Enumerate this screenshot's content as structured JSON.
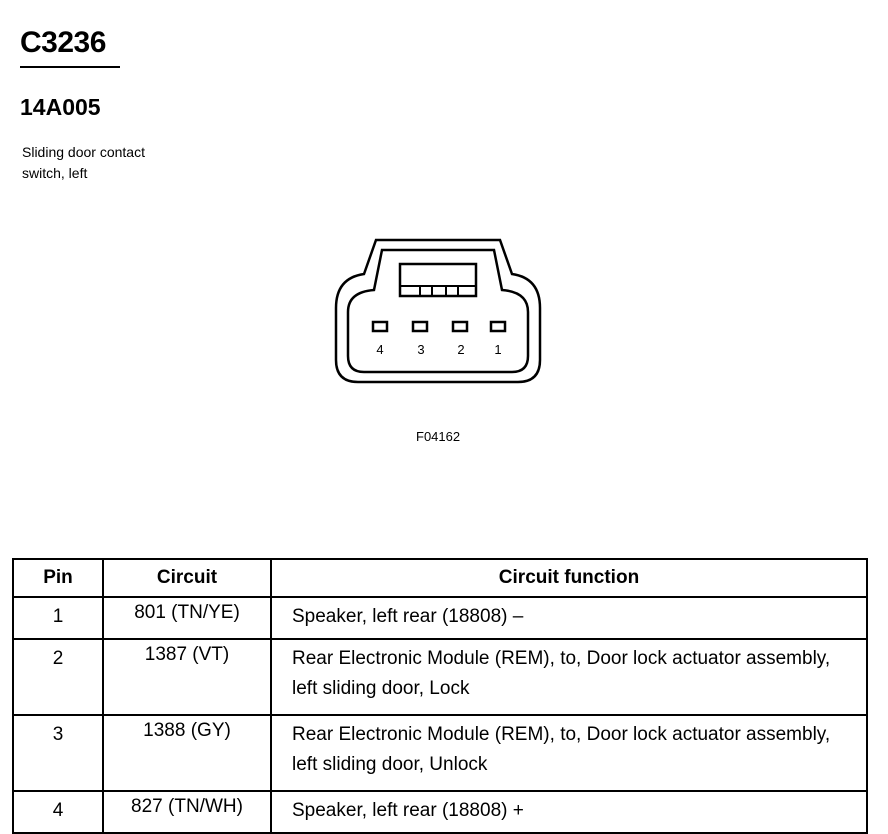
{
  "header": {
    "connector_id": "C3236",
    "part_number": "14A005",
    "description_line1": "Sliding door contact",
    "description_line2": "switch, left"
  },
  "figure": {
    "pin_labels": [
      "4",
      "3",
      "2",
      "1"
    ],
    "code": "F04162"
  },
  "table": {
    "headers": {
      "pin": "Pin",
      "circuit": "Circuit",
      "function": "Circuit function"
    },
    "rows": [
      {
        "pin": "1",
        "circuit": "801 (TN/YE)",
        "function": "Speaker, left rear (18808) –"
      },
      {
        "pin": "2",
        "circuit": "1387 (VT)",
        "function": "Rear Electronic Module (REM), to, Door lock actuator assembly, left sliding door, Lock"
      },
      {
        "pin": "3",
        "circuit": "1388 (GY)",
        "function": "Rear Electronic Module (REM), to, Door lock actuator assembly, left sliding door, Unlock"
      },
      {
        "pin": "4",
        "circuit": "827 (TN/WH)",
        "function": "Speaker, left rear (18808) +"
      }
    ]
  }
}
